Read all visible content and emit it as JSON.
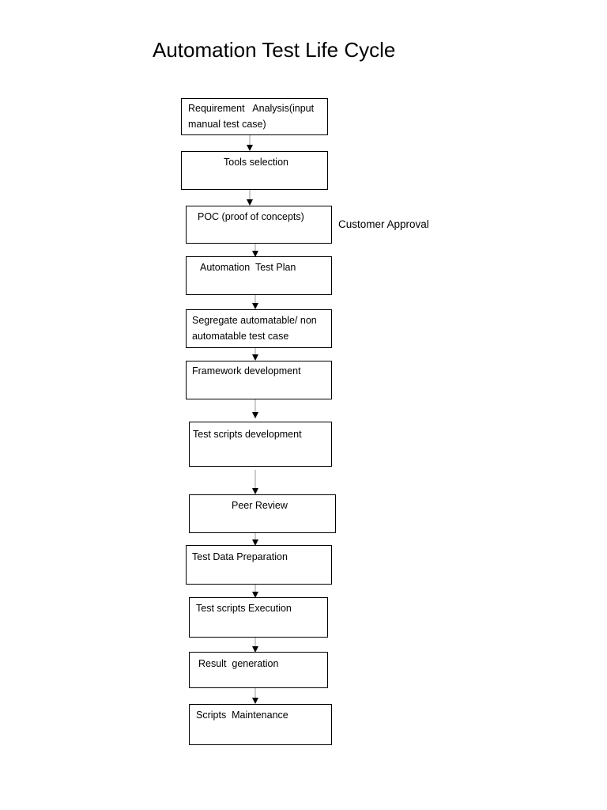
{
  "title": "Automation Test Life Cycle",
  "steps": [
    {
      "line1": "Requirement   Analysis(input",
      "line2": "manual test case)"
    },
    {
      "line1": "Tools selection"
    },
    {
      "line1": "POC (proof of concepts)"
    },
    {
      "line1": "Automation  Test Plan"
    },
    {
      "line1": "Segregate automatable/ non",
      "line2": "automatable test case"
    },
    {
      "line1": "Framework development"
    },
    {
      "line1": "Test scripts development"
    },
    {
      "line1": "Peer Review"
    },
    {
      "line1": "Test Data Preparation"
    },
    {
      "line1": "Test scripts Execution"
    },
    {
      "line1": "Result  generation"
    },
    {
      "line1": "Scripts  Maintenance"
    }
  ],
  "annotation": "Customer Approval"
}
